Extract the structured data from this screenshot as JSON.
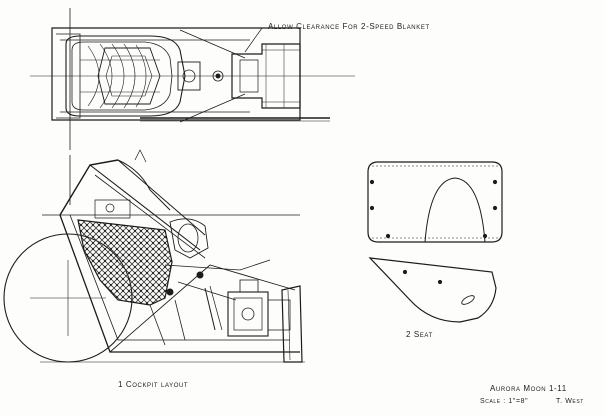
{
  "drawing": {
    "note_clearance": "Allow Clearance For 2-Speed Blanket",
    "caption_cockpit": "1  Cockpit layout",
    "caption_seat": "2  Seat",
    "title_block": {
      "project": "Aurora  Moon 1-11",
      "scale_label": "Scale : 1\"=8\"",
      "author": "T. West"
    }
  },
  "colors": {
    "ink": "#1c1c1c",
    "paper": "#fdfdfc",
    "hatch": "#4a4a4a"
  }
}
